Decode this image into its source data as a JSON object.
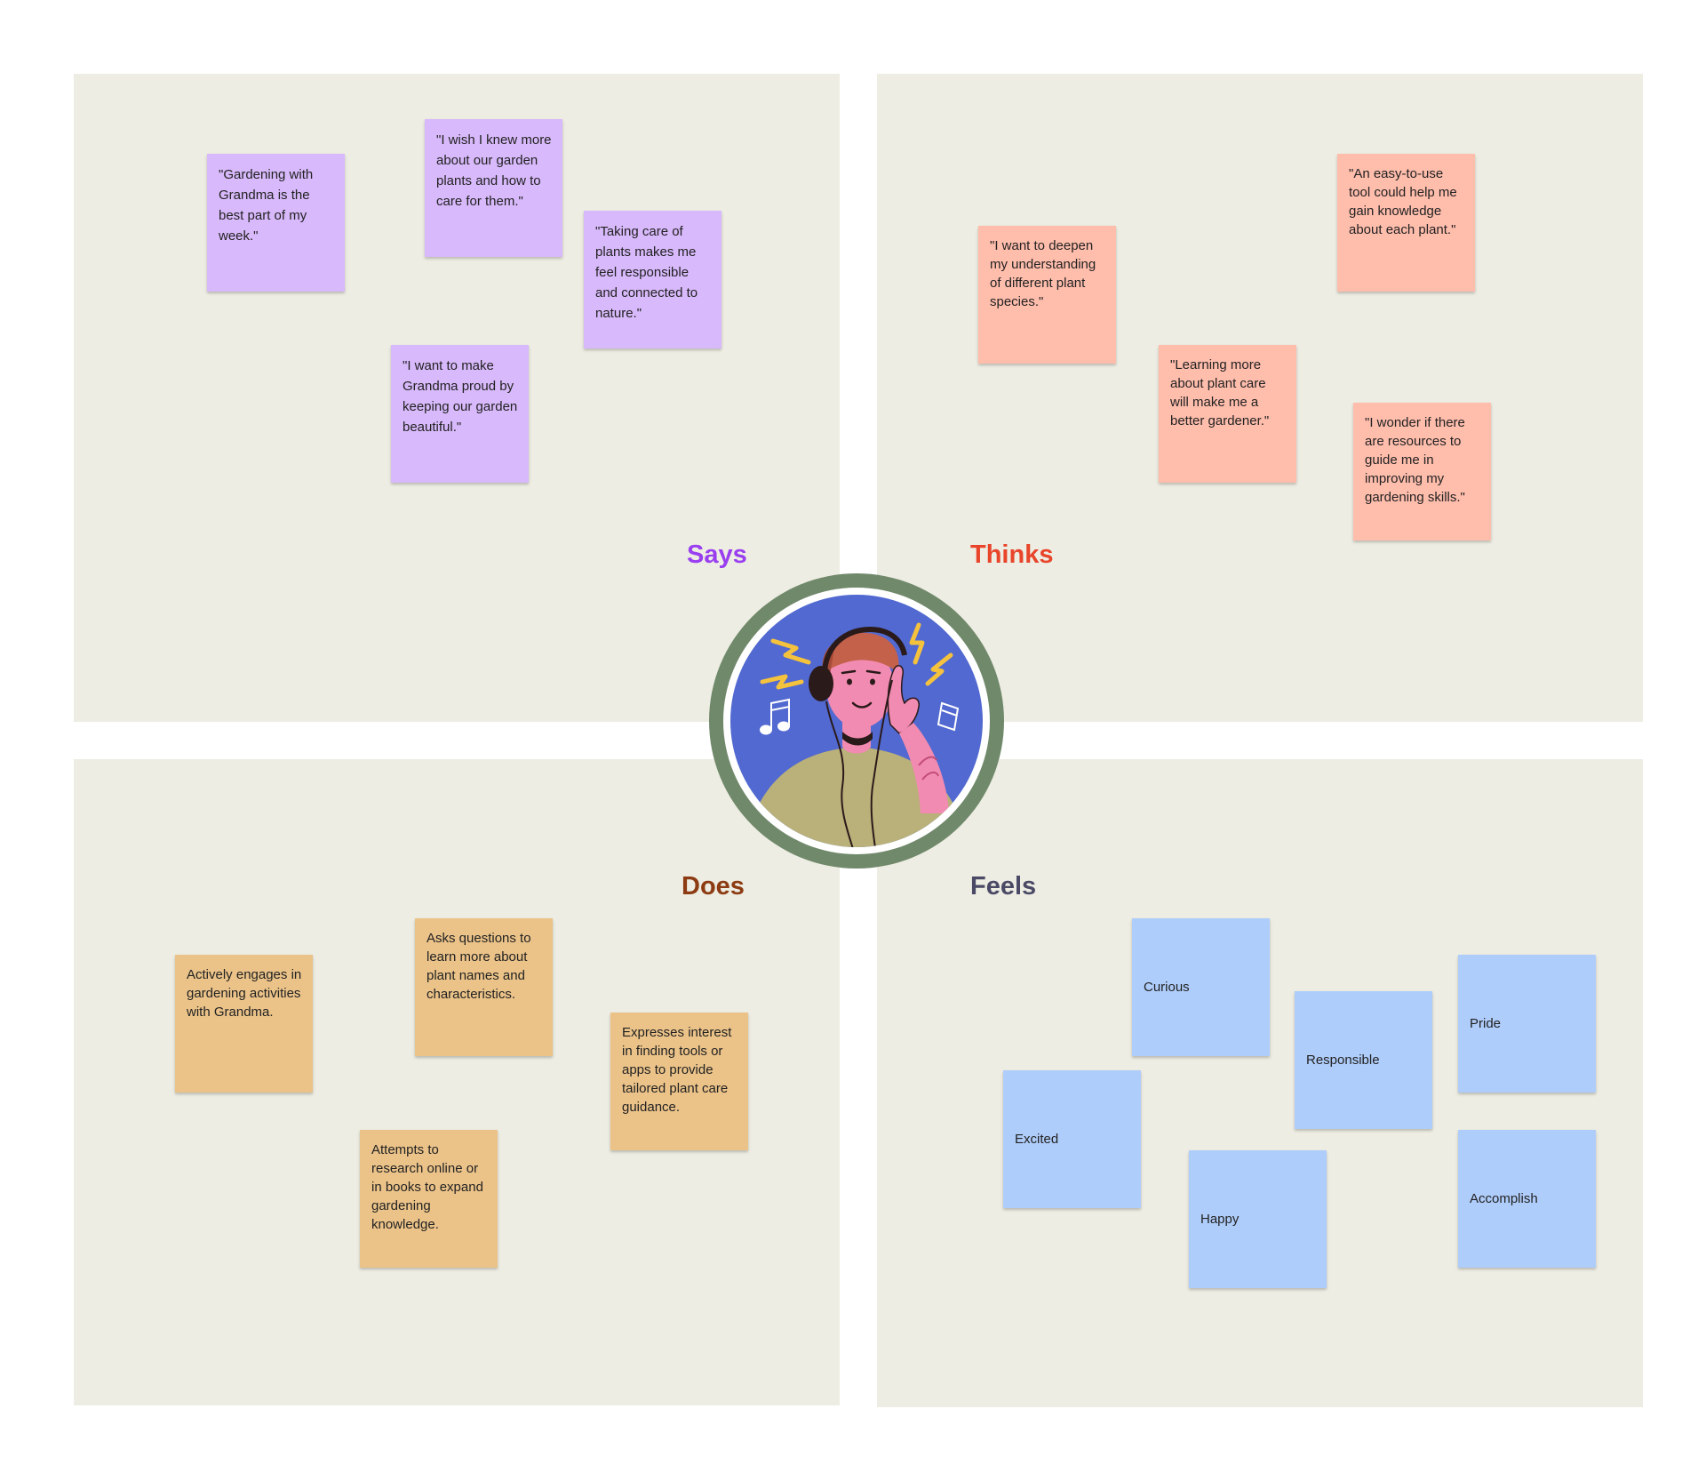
{
  "says": {
    "label": "Says",
    "color": "#9a3ff0",
    "notes": [
      "\"Gardening with Grandma is the best part of my week.\"",
      "\"I wish I knew more about our garden plants and how to care for them.\"",
      "\"Taking care of plants makes me feel responsible and connected to nature.\"",
      "\"I want to make Grandma proud by keeping our garden beautiful.\""
    ]
  },
  "thinks": {
    "label": "Thinks",
    "color": "#e8452b",
    "notes": [
      "\"I want to deepen my understanding of different plant species.\"",
      "\"An easy-to-use tool could help me gain knowledge about each plant.\"",
      "\"Learning more about plant care will make me a better gardener.\"",
      "\"I wonder if there are resources to guide me in improving my gardening skills.\""
    ]
  },
  "does": {
    "label": "Does",
    "color": "#8c3b12",
    "notes": [
      "Actively engages in gardening activities with Grandma.",
      "Asks questions to learn more about plant names and characteristics.",
      "Expresses interest in finding tools or apps to provide tailored plant care guidance.",
      "Attempts to research online or in books to expand gardening knowledge."
    ]
  },
  "feels": {
    "label": "Feels",
    "color": "#4b4a66",
    "notes": [
      "Curious",
      "Responsible",
      "Pride",
      "Excited",
      "Happy",
      "Accomplish"
    ]
  },
  "persona": {
    "icon": "persona-avatar-icon"
  },
  "colors": {
    "quadrant_bg": "#edede3",
    "says_note": "#d8b9fb",
    "thinks_note": "#ffbdac",
    "does_note": "#ebc389",
    "feels_note": "#afcdfb",
    "ring": "#71896b",
    "avatar_bg": "#5169d0"
  }
}
